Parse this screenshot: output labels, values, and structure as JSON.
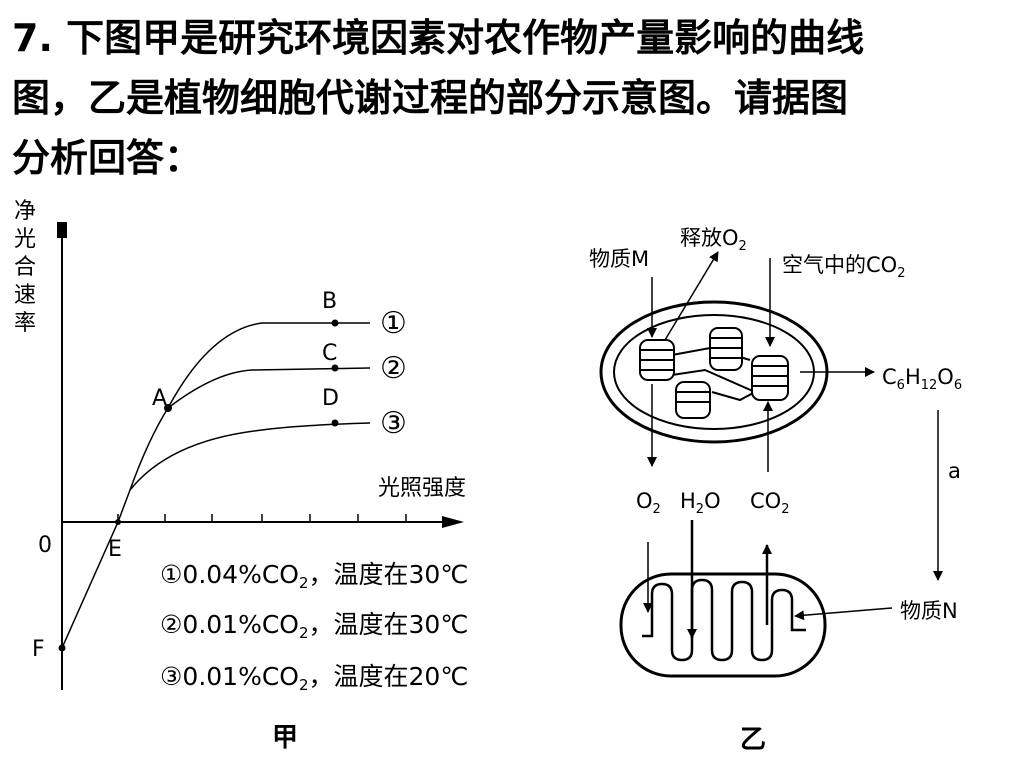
{
  "question": {
    "lines": [
      "7. 下图甲是研究环境因素对农作物产量影响的曲线",
      "图，乙是植物细胞代谢过程的部分示意图。请据图",
      "分析回答："
    ]
  },
  "figure_jia": {
    "caption": "甲",
    "y_axis_label": [
      "净",
      "光",
      "合",
      "速",
      "率"
    ],
    "x_axis_label": "光照强度",
    "origin_label": "0",
    "point_labels": {
      "A": "A",
      "B": "B",
      "C": "C",
      "D": "D",
      "E": "E",
      "F": "F"
    },
    "curve_markers": [
      "①",
      "②",
      "③"
    ],
    "legend": [
      {
        "marker": "①",
        "co2": "0.04%CO",
        "co2_sub": "2",
        "rest": "，温度在30℃"
      },
      {
        "marker": "②",
        "co2": "0.01%CO",
        "co2_sub": "2",
        "rest": "，温度在30℃"
      },
      {
        "marker": "③",
        "co2": "0.01%CO",
        "co2_sub": "2",
        "rest": "，温度在20℃"
      }
    ]
  },
  "figure_yi": {
    "caption": "乙",
    "substance_m": "物质M",
    "release_o2": {
      "text": "释放O",
      "sub": "2"
    },
    "air_co2": {
      "text": "空气中的CO",
      "sub": "2"
    },
    "glucose": {
      "c": "C",
      "c_sub": "6",
      "h": "H",
      "h_sub": "12",
      "o": "O",
      "o_sub": "6"
    },
    "label_a": "a",
    "o2": {
      "text": "O",
      "sub": "2"
    },
    "h2o": {
      "h": "H",
      "h_sub": "2",
      "o": "O"
    },
    "co2": {
      "text": "CO",
      "sub": "2"
    },
    "substance_n": "物质N"
  }
}
